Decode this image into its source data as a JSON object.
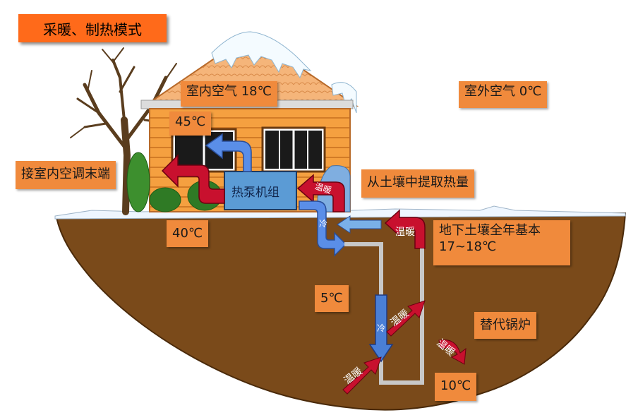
{
  "title": "采暖、制热模式",
  "labels": {
    "indoor_air": "室内空气 18℃",
    "outdoor_air": "室外空气 0℃",
    "supply_temp": "45℃",
    "terminal": "接室内空调末端",
    "heat_pump": "热泵机组",
    "extract_heat": "从土壤中提取热量",
    "return_temp": "40℃",
    "soil_line1": "地下土壤全年基本",
    "soil_line2": "17~18℃",
    "cold_temp": "5℃",
    "boiler": "替代锅炉",
    "ground_temp": "10℃"
  },
  "flow_tags": {
    "warm": "温暖",
    "cold": "冷"
  },
  "colors": {
    "label_bg": "#f08a3c",
    "title_bg": "#ff6a1a",
    "soil": "#7a4a1a",
    "house_wall": "#f5a040",
    "roof": "#f5b57a",
    "warm_arrow": "#c8102e",
    "cold_arrow": "#4a7fd6",
    "heat_pump_box": "#5b9bd5",
    "loop_pipe": "#c8c8c8"
  }
}
